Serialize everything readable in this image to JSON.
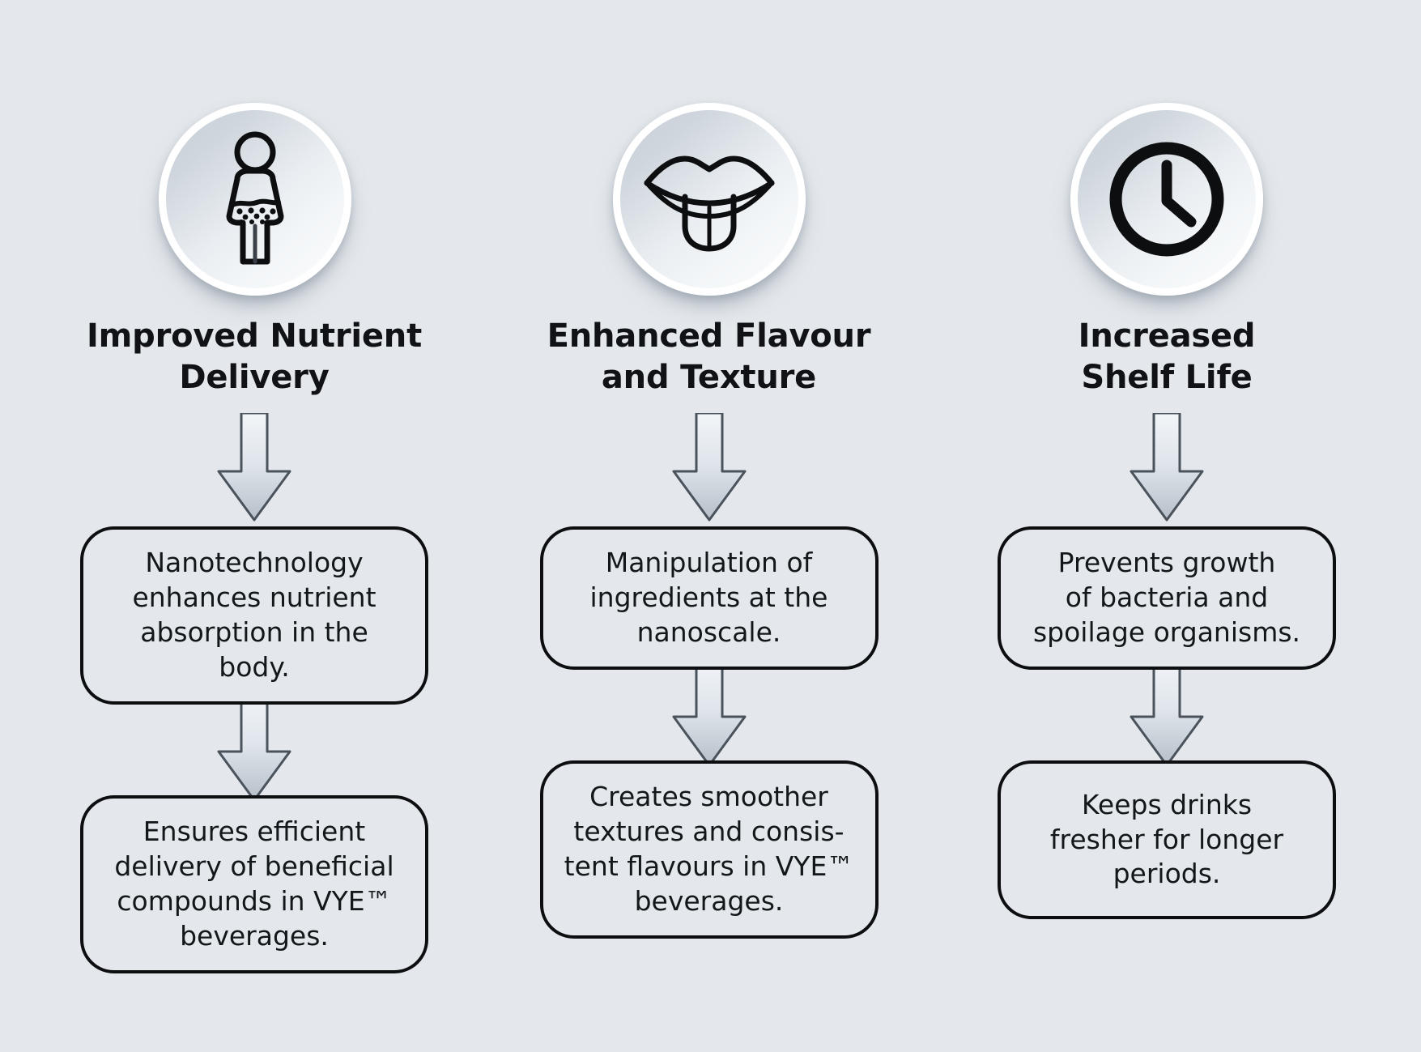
{
  "background_color": "#e4e8ec",
  "accent_color": "#0c0e10",
  "arrow_fill_light": "#e9edf1",
  "arrow_fill_dark": "#b3bcc6",
  "columns": [
    {
      "icon": "person-nutrient-absorption-icon",
      "heading": "Improved Nutrient\nDelivery",
      "steps": [
        "Nanotechnology\nenhances nutrient\nabsorption in the body.",
        "Ensures efficient\ndelivery of beneficial\ncompounds in VYE™\nbeverages."
      ]
    },
    {
      "icon": "mouth-tongue-icon",
      "heading": "Enhanced Flavour\nand Texture",
      "steps": [
        "Manipulation of\ningredients at the\nnanoscale.",
        "Creates smoother\ntextures and consis-\ntent flavours in VYE™\nbeverages."
      ]
    },
    {
      "icon": "clock-icon",
      "heading": "Increased\nShelf Life",
      "steps": [
        "Prevents growth\nof bacteria and\nspoilage organisms.",
        "Keeps drinks\nfresher for longer\nperiods."
      ]
    }
  ]
}
